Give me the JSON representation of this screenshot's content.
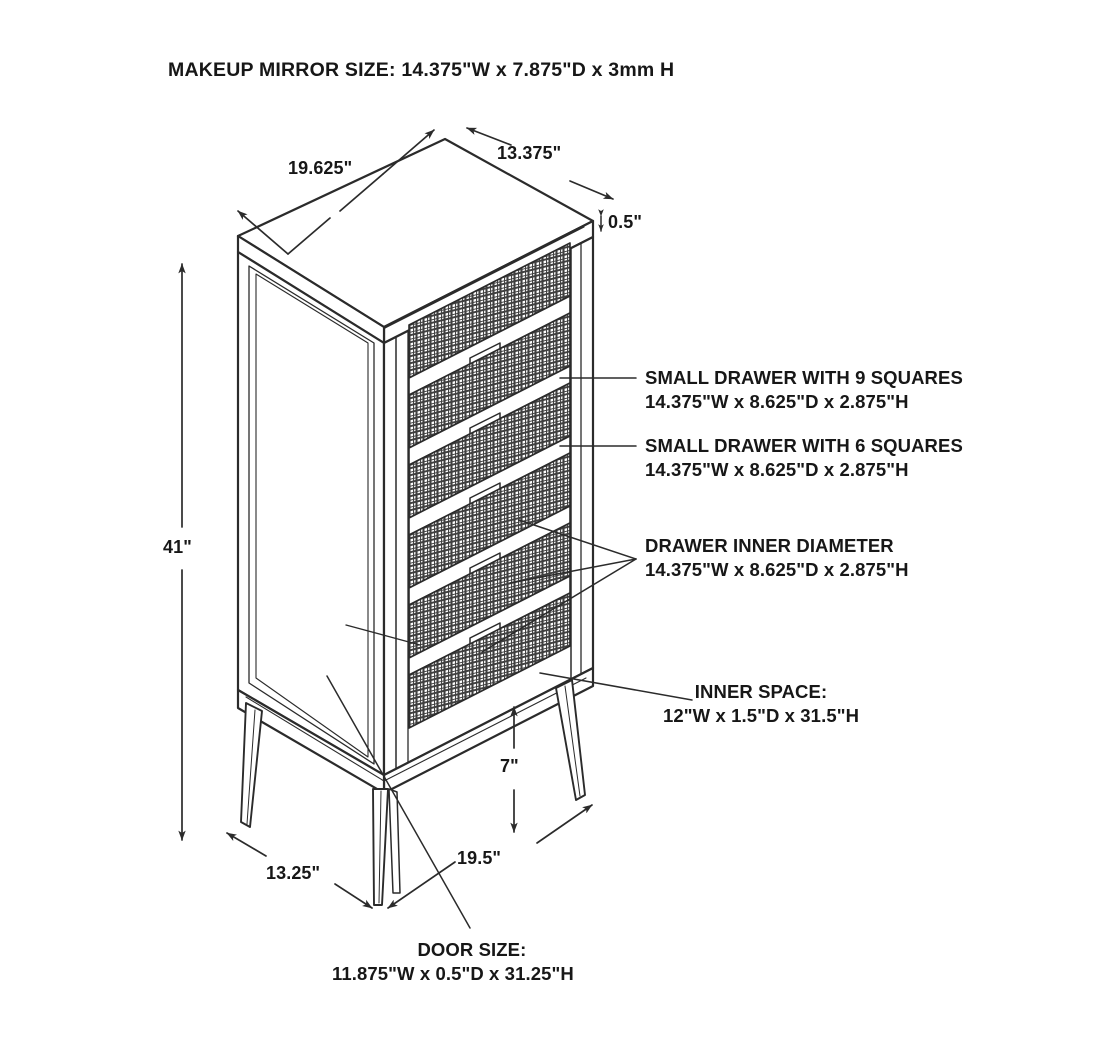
{
  "title": "MAKEUP MIRROR SIZE: 14.375\"W x 7.875\"D x 3mm H",
  "dimensions": {
    "top_width": "19.625\"",
    "top_depth": "13.375\"",
    "top_thickness": "0.5\"",
    "total_height": "41\"",
    "leg_height": "7\"",
    "base_depth": "13.25\"",
    "base_width": "19.5\""
  },
  "callouts": {
    "drawer_9_squares": {
      "line1": "SMALL DRAWER WITH 9 SQUARES",
      "line2": "14.375\"W x 8.625\"D x 2.875\"H"
    },
    "drawer_6_squares": {
      "line1": "SMALL DRAWER WITH 6 SQUARES",
      "line2": "14.375\"W x 8.625\"D x 2.875\"H"
    },
    "drawer_inner_diameter": {
      "line1": "DRAWER INNER DIAMETER",
      "line2": "14.375\"W x 8.625\"D x 2.875\"H"
    },
    "inner_space": {
      "line1": "INNER SPACE:",
      "line2": "12\"W x 1.5\"D x 31.5\"H"
    },
    "door_size": {
      "line1": "DOOR SIZE:",
      "line2": "11.875\"W x 0.5\"D x 31.25\"H"
    }
  },
  "colors": {
    "line": "#2b2b2b",
    "text": "#171717",
    "mesh": "#4a4a4a",
    "background": "#ffffff"
  },
  "product": {
    "type": "lingerie chest / jewelry armoire",
    "drawer_count": 5,
    "leg_count": 4,
    "drawer_front_material": "cane mesh"
  }
}
